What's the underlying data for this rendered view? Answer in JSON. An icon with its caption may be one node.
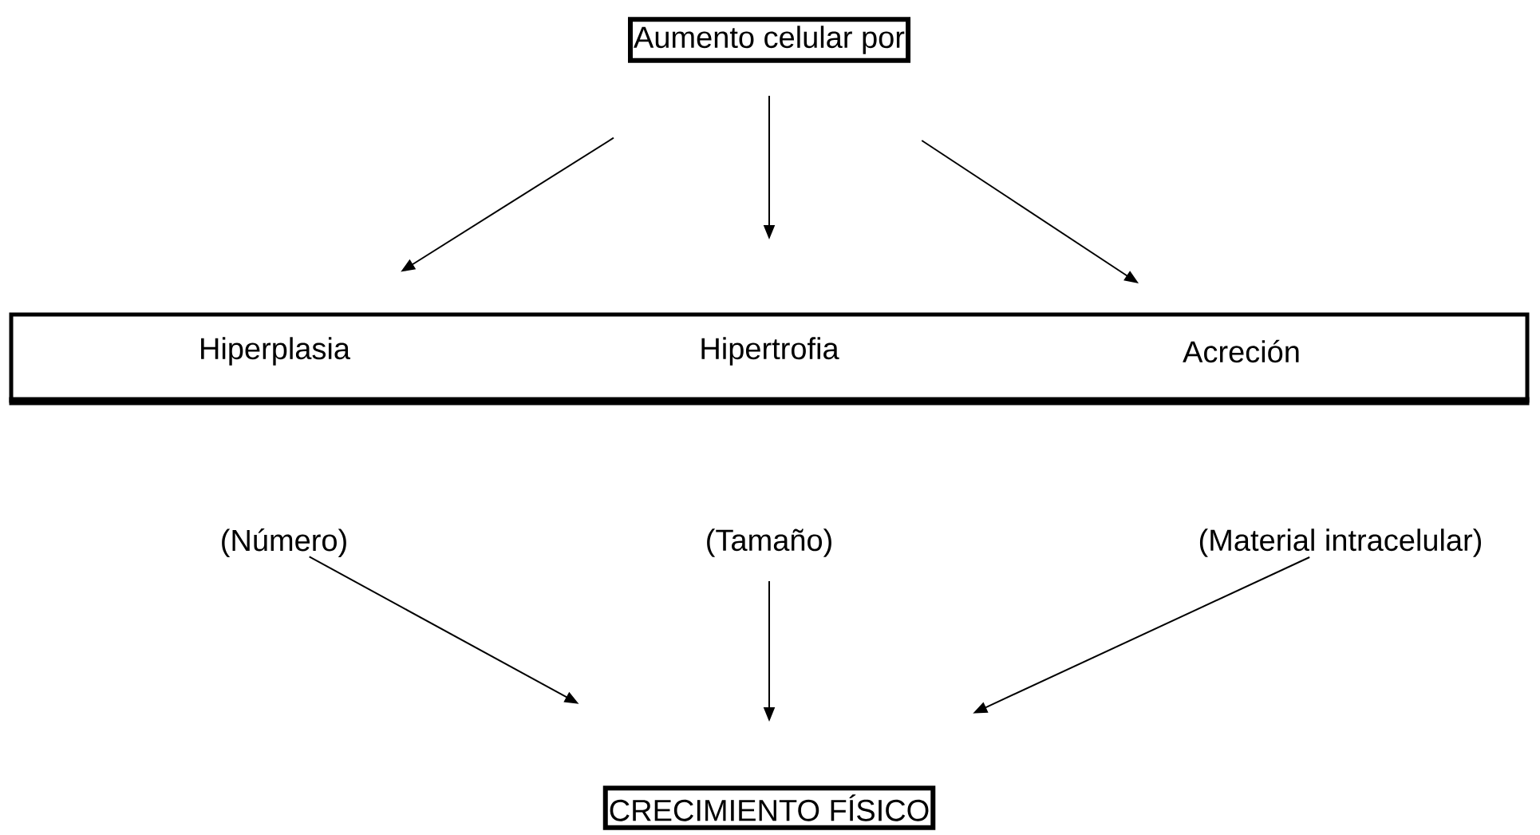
{
  "diagram": {
    "nodes": [
      {
        "text": [
          "Aumento celular por"
        ]
      },
      {
        "text": [],
        "shape": "box"
      },
      {
        "text": [
          "Hiperplasia"
        ],
        "in": 1
      },
      {
        "text": [
          "Hipertrofia"
        ],
        "in": 1
      },
      {
        "text": [
          "Acreción"
        ],
        "in": 1
      },
      {
        "text": [
          "(Número)"
        ]
      },
      {
        "text": [
          "(Tamaño)"
        ]
      },
      {
        "text": [
          "(Material intracelular)"
        ]
      },
      {
        "text": [
          "CRECIMIENTO FÍSICO"
        ]
      }
    ],
    "edges": [
      {
        "from": 0,
        "to": 2,
        "arrow": "to"
      },
      {
        "from": 0,
        "to": 3,
        "arrow": "to"
      },
      {
        "from": 0,
        "to": 4,
        "arrow": "to"
      },
      {
        "from": 5,
        "to": 8,
        "arrow": "to"
      },
      {
        "from": 6,
        "to": 8,
        "arrow": "to"
      },
      {
        "from": 7,
        "to": 8,
        "arrow": "to"
      }
    ]
  }
}
